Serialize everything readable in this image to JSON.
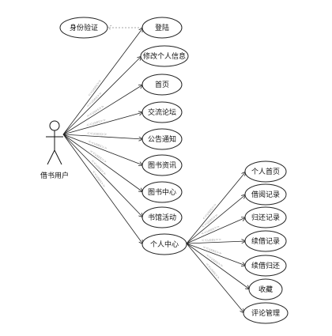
{
  "actor": {
    "label": "借书用户",
    "icon": "stick-figure-icon"
  },
  "auth": {
    "label": "身份验证"
  },
  "main_use_cases": [
    {
      "id": "login",
      "label": "登陆"
    },
    {
      "id": "edit-profile",
      "label": "修改个人信息"
    },
    {
      "id": "home",
      "label": "首页"
    },
    {
      "id": "forum",
      "label": "交流论坛"
    },
    {
      "id": "notice",
      "label": "公告通知"
    },
    {
      "id": "book-info",
      "label": "图书资讯"
    },
    {
      "id": "book-center",
      "label": "图书中心"
    },
    {
      "id": "library-events",
      "label": "书馆活动"
    },
    {
      "id": "personal-center",
      "label": "个人中心"
    }
  ],
  "personal_use_cases": [
    {
      "id": "personal-home",
      "label": "个人首页"
    },
    {
      "id": "borrow-records",
      "label": "借阅记录"
    },
    {
      "id": "return-records",
      "label": "归还记录"
    },
    {
      "id": "renew-records",
      "label": "续借记录"
    },
    {
      "id": "renew-return",
      "label": "续借归还"
    },
    {
      "id": "favorites",
      "label": "收藏"
    },
    {
      "id": "comment-management",
      "label": "评论管理"
    }
  ],
  "stereotype": "<<uses>>",
  "colors": {
    "line": "#222222",
    "stereotype": "#aaaaaa",
    "dependency": "#888888"
  }
}
